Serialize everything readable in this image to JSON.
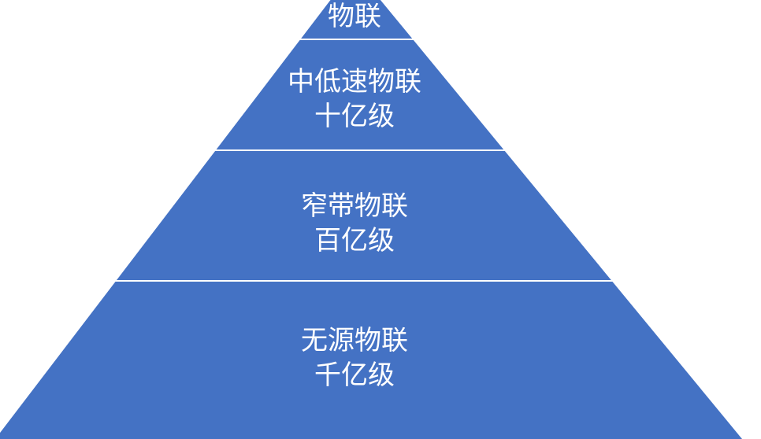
{
  "diagram": {
    "type": "pyramid",
    "colors": {
      "fill": "#4472C4",
      "divider": "#FFFFFF",
      "text": "#FFFFFF",
      "background": "#FFFFFF"
    },
    "tiers": [
      {
        "label": "物联",
        "sublabel": ""
      },
      {
        "label": "中低速物联",
        "sublabel": "十亿级"
      },
      {
        "label": "窄带物联",
        "sublabel": "百亿级"
      },
      {
        "label": "无源物联",
        "sublabel": "千亿级"
      }
    ]
  }
}
